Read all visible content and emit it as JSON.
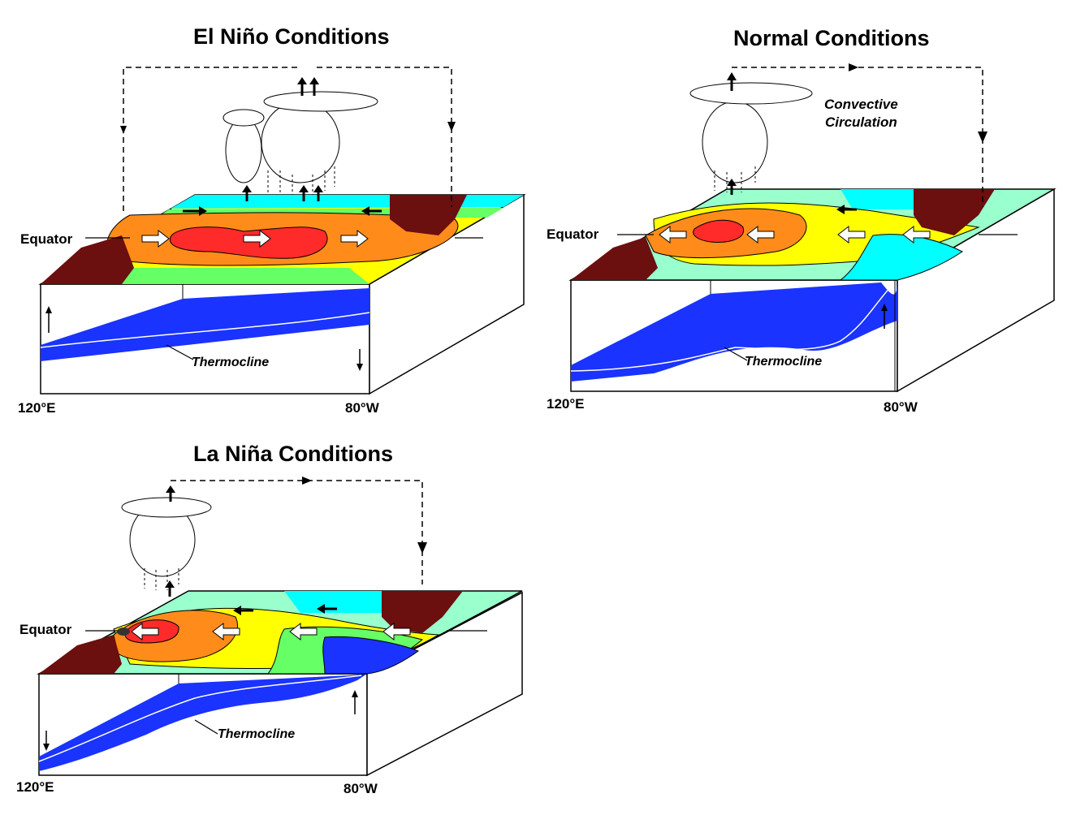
{
  "panels": {
    "el_nino": {
      "title": "El Niño Conditions",
      "equator_label": "Equator",
      "thermocline_label": "Thermocline",
      "west_longitude": "120°E",
      "east_longitude": "80°W"
    },
    "normal": {
      "title": "Normal Conditions",
      "equator_label": "Equator",
      "thermocline_label": "Thermocline",
      "west_longitude": "120°E",
      "east_longitude": "80°W",
      "circulation_label_line1": "Convective",
      "circulation_label_line2": "Circulation"
    },
    "la_nina": {
      "title": "La Niña Conditions",
      "equator_label": "Equator",
      "thermocline_label": "Thermocline",
      "west_longitude": "120°E",
      "east_longitude": "80°W"
    }
  },
  "colors": {
    "warmest": "#ff2a2a",
    "warm": "#ff8c1a",
    "mild": "#ffff00",
    "cool": "#66ff66",
    "cooler": "#99ffcc",
    "cold": "#00ffff",
    "thermocline": "#1a33ff",
    "land": "#6b0f0f"
  },
  "icons": [
    "cloud-icon",
    "arrow-up-icon",
    "arrow-down-icon",
    "wind-arrow-icon"
  ]
}
